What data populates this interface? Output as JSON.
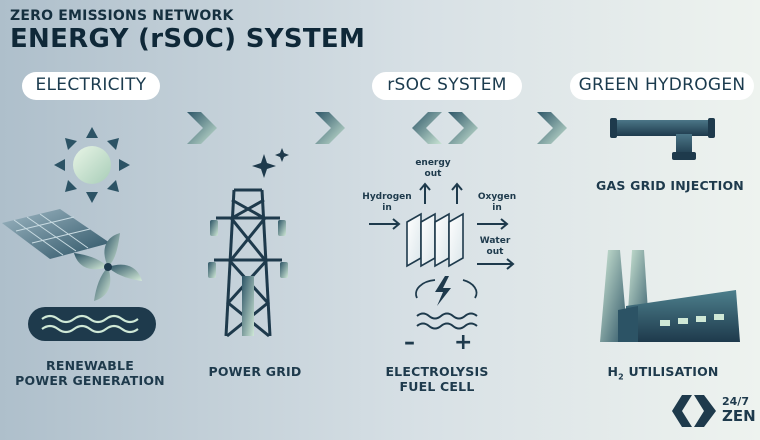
{
  "header": {
    "subtitle": "ZERO EMISSIONS NETWORK",
    "title": "ENERGY (rSOC) SYSTEM"
  },
  "sections": {
    "electricity": "ELECTRICITY",
    "rsoc": "rSOC SYSTEM",
    "hydrogen": "GREEN HYDROGEN"
  },
  "labels": {
    "renewable_line1": "RENEWABLE",
    "renewable_line2": "POWER GENERATION",
    "power_grid": "POWER GRID",
    "electrolysis": "ELECTROLYSIS",
    "fuel_cell": "FUEL CELL",
    "gas_grid": "GAS GRID INJECTION",
    "h2_prefix": "H",
    "h2_sub": "2",
    "h2_suffix": " UTILISATION"
  },
  "rsoc_flows": {
    "energy_out_1": "energy",
    "energy_out_2": "out",
    "hydrogen_in_1": "Hydrogen",
    "hydrogen_in_2": "in",
    "oxygen_in_1": "Oxygen",
    "oxygen_in_2": "in",
    "water_out_1": "Water",
    "water_out_2": "out",
    "minus": "–",
    "plus": "+"
  },
  "logo": {
    "line1": "24/7",
    "line2": "ZEN"
  },
  "colors": {
    "navy": "#1e3a4c",
    "teal": "#4d7f8c",
    "mint": "#cfe8d6"
  }
}
